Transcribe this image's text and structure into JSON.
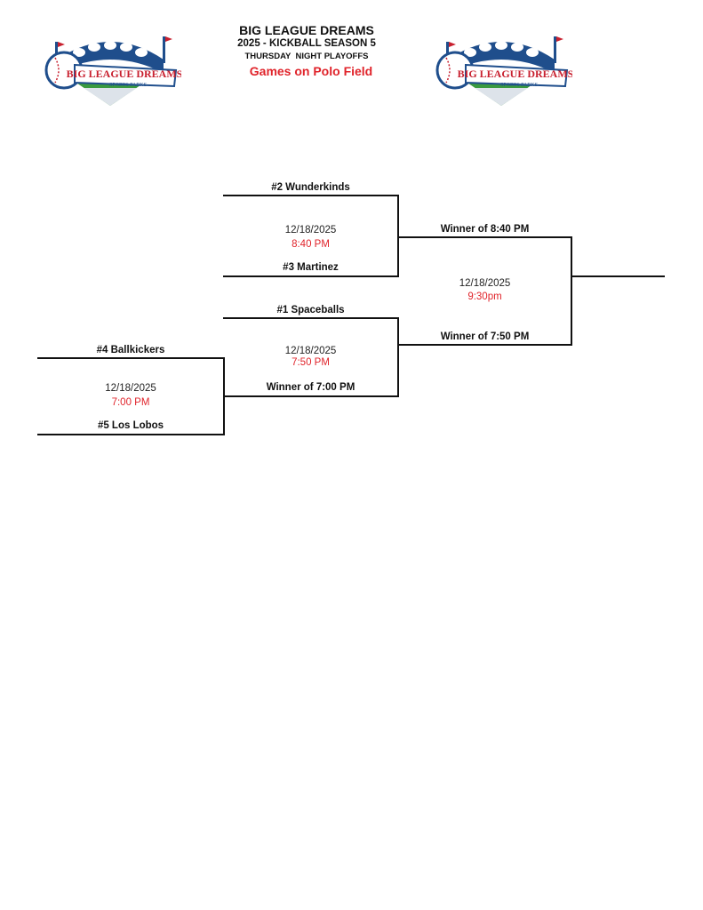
{
  "header": {
    "title": "BIG LEAGUE DREAMS",
    "subtitle": "2025 - KICKBALL SEASON 5",
    "event": "THURSDAY  NIGHT PLAYOFFS",
    "venue": "Games on Polo Field"
  },
  "logo": {
    "name": "BIG LEAGUE DREAMS",
    "tagline": "SPORTS PARKS",
    "colors": {
      "red": "#c8202f",
      "blue": "#1f4e8c",
      "green": "#3a9a3f"
    }
  },
  "colors": {
    "accent": "#e0242b",
    "text": "#111111"
  },
  "bracket": {
    "game_700": {
      "top_team": "#4 Ballkickers",
      "bottom_team": "#5 Los Lobos",
      "date": "12/18/2025",
      "time": "7:00 PM"
    },
    "game_750": {
      "top_team": "#1 Spaceballs",
      "bottom_team": "Winner of 7:00 PM",
      "date": "12/18/2025",
      "time": "7:50 PM"
    },
    "game_840": {
      "top_team": "#2 Wunderkinds",
      "bottom_team": "#3 Martinez",
      "date": "12/18/2025",
      "time": "8:40 PM"
    },
    "game_930": {
      "top_team": "Winner of 8:40 PM",
      "bottom_team": "Winner of 7:50 PM",
      "date": "12/18/2025",
      "time": "9:30pm"
    }
  }
}
